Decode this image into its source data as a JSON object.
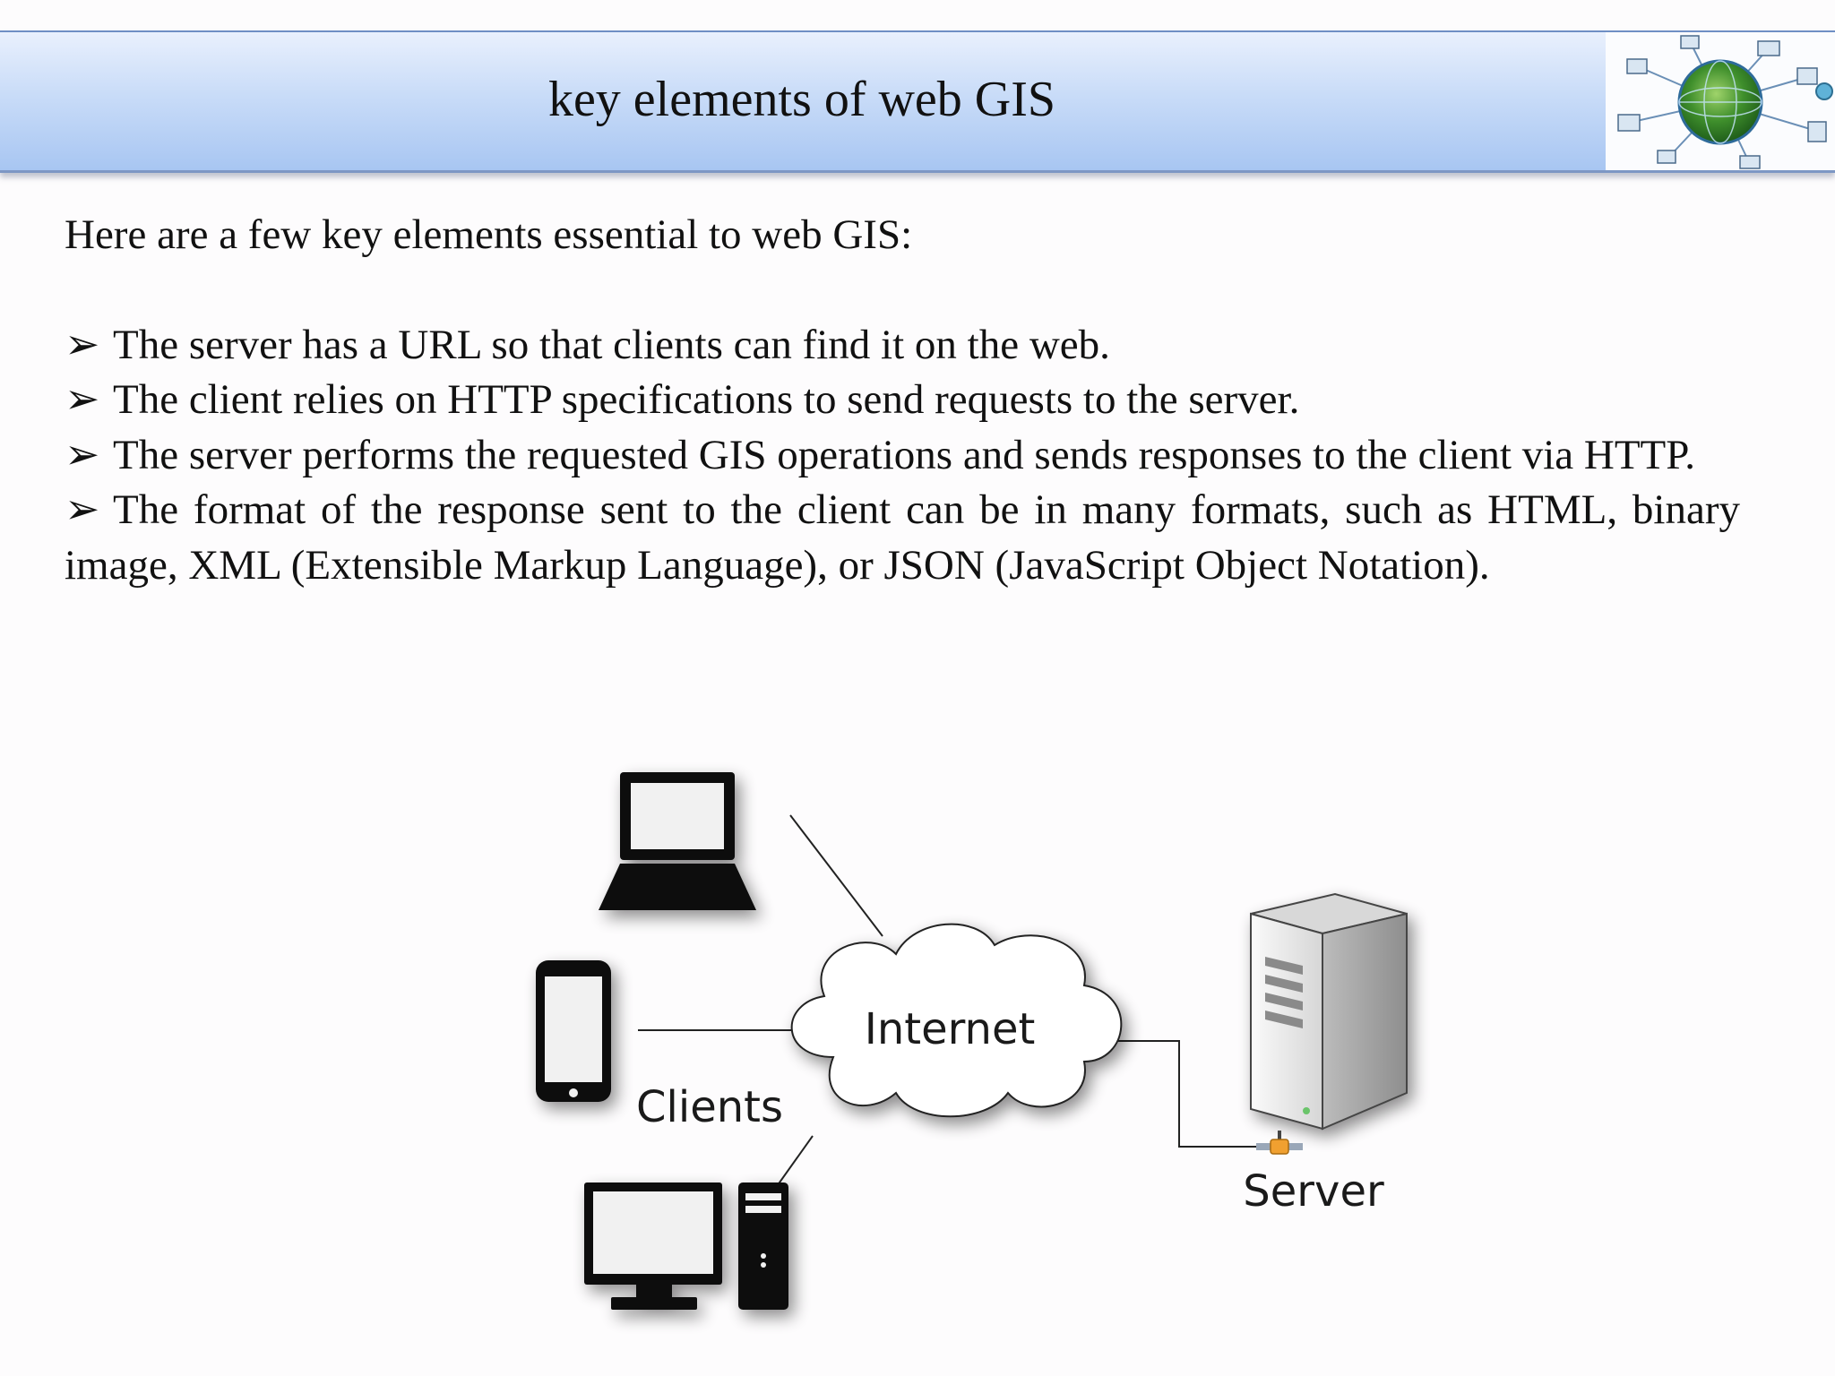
{
  "slide": {
    "title": "key elements of web GIS"
  },
  "content": {
    "intro": "Here are a few key elements essential to web GIS:",
    "bullets": [
      "The server has a URL so that clients can find it on the web.",
      "The client relies on HTTP specifications to send requests to the server.",
      "The server performs the requested GIS operations and sends responses to the client via HTTP.",
      "The format of the response sent to the client can be in many formats, such as HTML, binary image, XML (Extensible Markup Language), or JSON (JavaScript Object Notation)."
    ],
    "bullet_symbol": "➢"
  },
  "diagram": {
    "clients_label": "Clients",
    "internet_label": "Internet",
    "server_label": "Server",
    "icons": [
      "laptop-icon",
      "smartphone-icon",
      "desktop-computer-icon",
      "cloud-icon",
      "server-tower-icon",
      "network-globe-icon"
    ]
  }
}
